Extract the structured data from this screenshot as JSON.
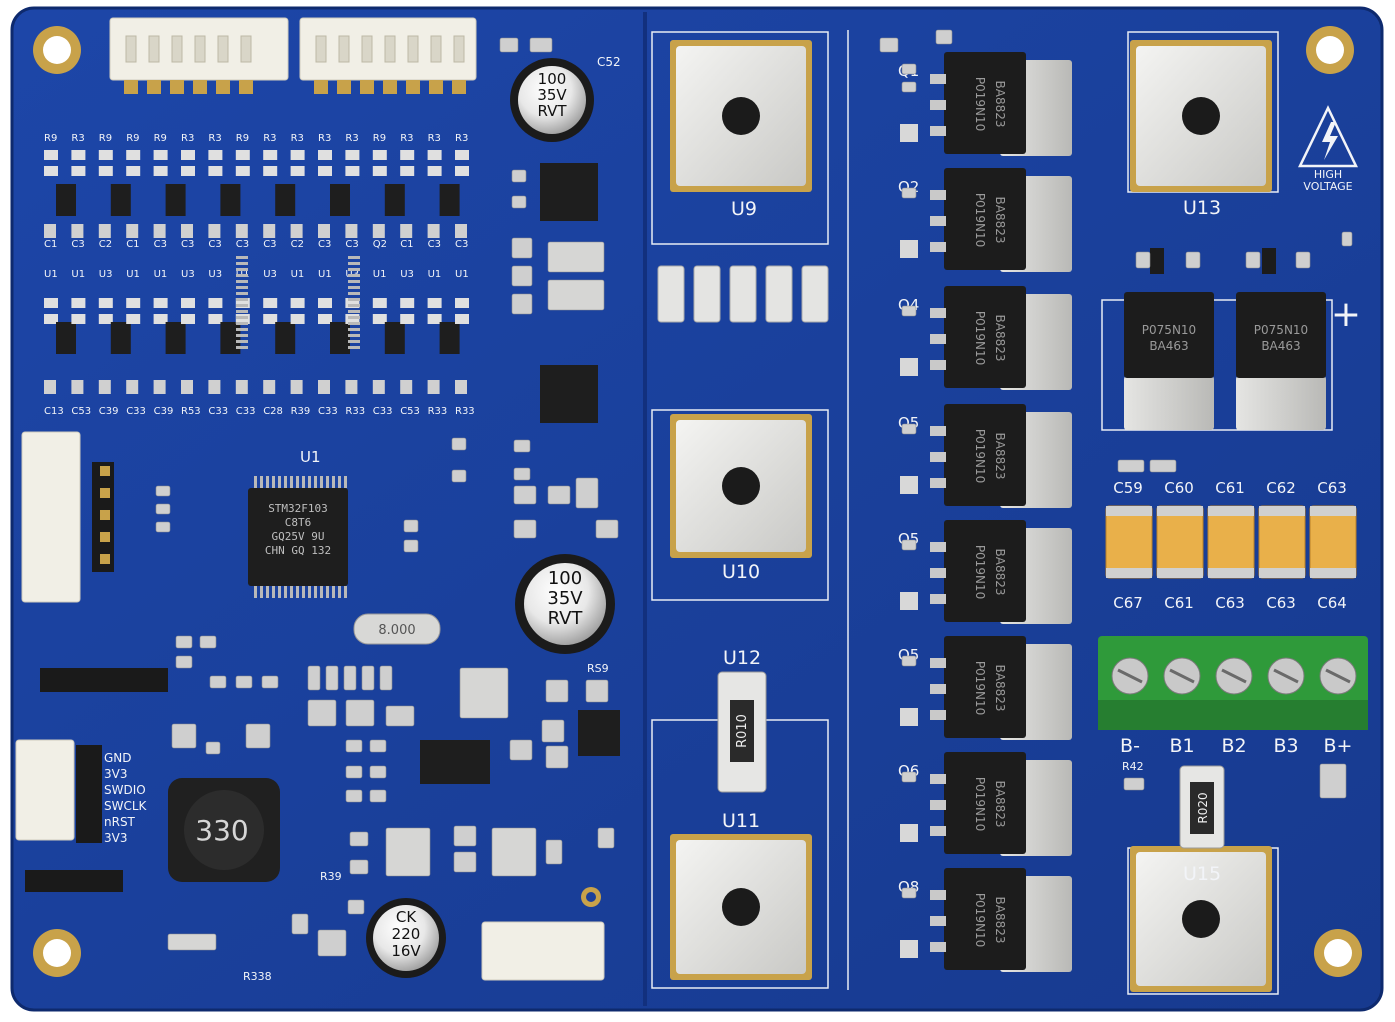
{
  "board": {
    "colors": {
      "pcb": "#1b3f9a",
      "pcb_dark": "#12307e",
      "silk": "#f2f4f8",
      "pad": "#d9d9d9",
      "gold": "#c8a24a",
      "header_white": "#f1efe6",
      "terminal_green": "#2f9a3a",
      "tantalum": "#e9b04a"
    },
    "regions": {
      "u9": "U9",
      "u10": "U10",
      "u11": "U11",
      "u12": "U12",
      "u13": "U13",
      "u15": "U15",
      "u1": "U1"
    },
    "mcu": {
      "line1": "STM32F103",
      "line2": "C8T6",
      "line3": "GQ25V 9U",
      "line4": "CHN GQ 132"
    },
    "caps": {
      "c_top": [
        "100",
        "35V",
        "RVT"
      ],
      "c_mid": [
        "100",
        "35V",
        "RVT"
      ],
      "c_bot": [
        "CK",
        "220",
        "16V"
      ],
      "c52": "C52"
    },
    "inductor": "330",
    "crystal": "8.000",
    "shunts": {
      "u12": "R010",
      "r42_label": "R42",
      "r42": "R020"
    },
    "mosfets": {
      "labels": [
        "Q1",
        "Q2",
        "Q4",
        "Q5",
        "Q5",
        "Q5",
        "Q6",
        "Q8"
      ],
      "marking1": "P019N10",
      "marking2": "BA8823"
    },
    "power_fets": {
      "marking1": "P075N10",
      "marking2": "BA463"
    },
    "plus_sign": "+",
    "hv": {
      "line1": "HIGH",
      "line2": "VOLTAGE"
    },
    "tant_top_labels": [
      "C59",
      "C60",
      "C61",
      "C62",
      "C63"
    ],
    "tant_bot_labels": [
      "C67",
      "C61",
      "C63",
      "C63",
      "C64"
    ],
    "terminal_labels": [
      "B-",
      "B1",
      "B2",
      "B3",
      "B+"
    ],
    "swd_labels": [
      "GND",
      "3V3",
      "SWDIO",
      "SWCLK",
      "nRST",
      "3V3"
    ],
    "small_labels": {
      "r39": "R39",
      "r338": "R338",
      "rs9": "RS9"
    },
    "bank_top_labels": [
      "R9",
      "R3",
      "R9",
      "R9",
      "R9",
      "R3",
      "R3",
      "R9",
      "R3",
      "R3",
      "R3",
      "R3",
      "R9",
      "R3",
      "R3",
      "R3"
    ],
    "bank_mid_labels": [
      "C1",
      "C3",
      "C2",
      "C1",
      "C3",
      "C3",
      "C3",
      "C3",
      "C3",
      "C2",
      "C3",
      "C3",
      "Q2",
      "C1",
      "C3",
      "C3"
    ],
    "bank_row3_labels": [
      "U1",
      "U1",
      "U3",
      "U1",
      "U1",
      "U3",
      "U3",
      "U1",
      "U3",
      "U1",
      "U1",
      "U3",
      "U1",
      "U3",
      "U1",
      "U1"
    ],
    "bank_bot_labels": [
      "C13",
      "C53",
      "C39",
      "C33",
      "C39",
      "R53",
      "C33",
      "C33",
      "C28",
      "R39",
      "C33",
      "R33",
      "C33",
      "C53",
      "R33",
      "R33"
    ]
  }
}
